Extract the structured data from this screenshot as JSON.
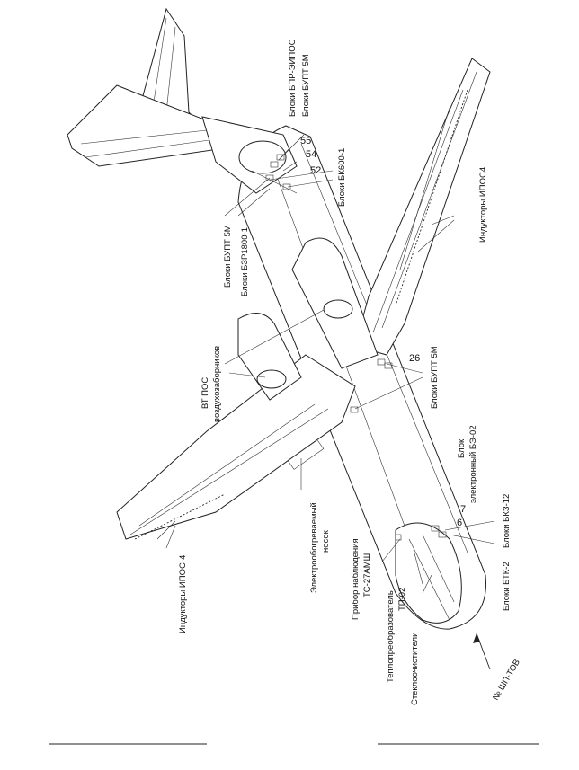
{
  "labels": {
    "bpr": "Блоки БПР-ЭИПОС",
    "bupt_top": "Блоки БУПТ 5М",
    "n55": "55",
    "n54": "54",
    "n52": "52",
    "bk600": "Блоки БК600-1",
    "bupt_left": "Блоки БУПТ 5М",
    "bzr": "Блоки БЗР1800-1",
    "ipos4_right": "Индукторы ИПОС4",
    "vt_pos_1": "ВТ ПОС",
    "vt_pos_2": "воздухозаборников",
    "n26": "26",
    "bupt_mid": "Блоки БУПТ 5М",
    "be02_1": "Блок",
    "be02_2": "электронный БЭ-02",
    "bkz": "Блоки БКЗ-12",
    "n7": "7",
    "n6": "6",
    "btk": "Блоки БТК-2",
    "nosok_1": "Электрообогреваемый",
    "nosok_2": "носок",
    "tc_1": "Прибор наблюдения",
    "tc_2": "ТС-27АМШ",
    "tp_1": "Теплопреобразователь",
    "tp_2": "ТП-02",
    "glass": "Стеклоочистители",
    "ipos4_left": "Индукторы ИПОС-4",
    "arrow": "№ ШП-ТОВ"
  }
}
